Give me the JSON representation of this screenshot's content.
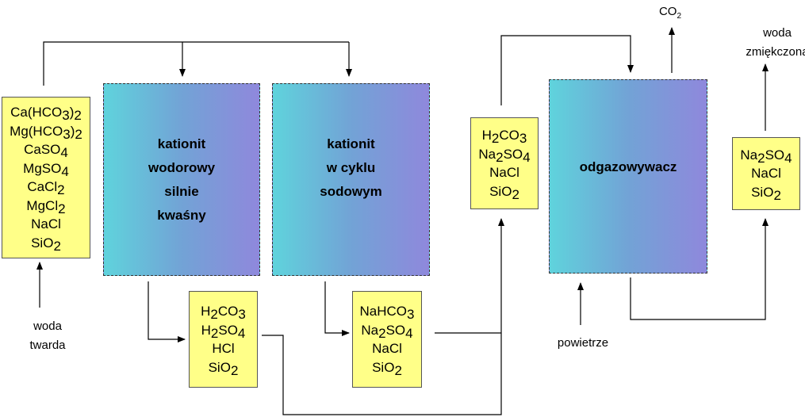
{
  "colors": {
    "box": "#ffff88",
    "grad_start": "#5fd3dc",
    "grad_end": "#8f88dc"
  },
  "units": {
    "k1": [
      "kationit",
      "wodorowy",
      "silnie",
      "kwaśny"
    ],
    "k2": [
      "kationit",
      "w cyklu",
      "sodowym"
    ],
    "deg": [
      "odgazowywacz"
    ]
  },
  "boxes": {
    "raw": [
      [
        [
          "Ca(HCO",
          0
        ],
        [
          "3",
          1
        ],
        [
          ")",
          0
        ],
        [
          "2",
          1
        ]
      ],
      [
        [
          "Mg(HCO",
          0
        ],
        [
          "3",
          1
        ],
        [
          ")",
          0
        ],
        [
          "2",
          1
        ]
      ],
      [
        [
          "CaSO",
          0
        ],
        [
          "4",
          1
        ]
      ],
      [
        [
          "MgSO",
          0
        ],
        [
          "4",
          1
        ]
      ],
      [
        [
          "CaCl",
          0
        ],
        [
          "2",
          1
        ]
      ],
      [
        [
          "MgCl",
          0
        ],
        [
          "2",
          1
        ]
      ],
      [
        [
          "NaCl",
          0
        ]
      ],
      [
        [
          "SiO",
          0
        ],
        [
          "2",
          1
        ]
      ]
    ],
    "after_h": [
      [
        [
          "H",
          0
        ],
        [
          "2",
          1
        ],
        [
          "CO",
          0
        ],
        [
          "3",
          1
        ]
      ],
      [
        [
          "H",
          0
        ],
        [
          "2",
          1
        ],
        [
          "SO",
          0
        ],
        [
          "4",
          1
        ]
      ],
      [
        [
          "HCl",
          0
        ]
      ],
      [
        [
          "SiO",
          0
        ],
        [
          "2",
          1
        ]
      ]
    ],
    "after_na": [
      [
        [
          "NaHCO",
          0
        ],
        [
          "3",
          1
        ]
      ],
      [
        [
          "Na",
          0
        ],
        [
          "2",
          1
        ],
        [
          "SO",
          0
        ],
        [
          "4",
          1
        ]
      ],
      [
        [
          "NaCl",
          0
        ]
      ],
      [
        [
          "SiO",
          0
        ],
        [
          "2",
          1
        ]
      ]
    ],
    "mixed": [
      [
        [
          "H",
          0
        ],
        [
          "2",
          1
        ],
        [
          "CO",
          0
        ],
        [
          "3",
          1
        ]
      ],
      [
        [
          "Na",
          0
        ],
        [
          "2",
          1
        ],
        [
          "SO",
          0
        ],
        [
          "4",
          1
        ]
      ],
      [
        [
          "NaCl",
          0
        ]
      ],
      [
        [
          "SiO",
          0
        ],
        [
          "2",
          1
        ]
      ]
    ],
    "soft": [
      [
        [
          "Na",
          0
        ],
        [
          "2",
          1
        ],
        [
          "SO",
          0
        ],
        [
          "4",
          1
        ]
      ],
      [
        [
          "NaCl",
          0
        ]
      ],
      [
        [
          "SiO",
          0
        ],
        [
          "2",
          1
        ]
      ]
    ]
  },
  "labels": {
    "hard_water": [
      "woda",
      "twarda"
    ],
    "air": "powietrze",
    "co2": "CO",
    "co2_sub": "2",
    "soft_water": [
      "woda",
      "zmiękczona"
    ]
  }
}
